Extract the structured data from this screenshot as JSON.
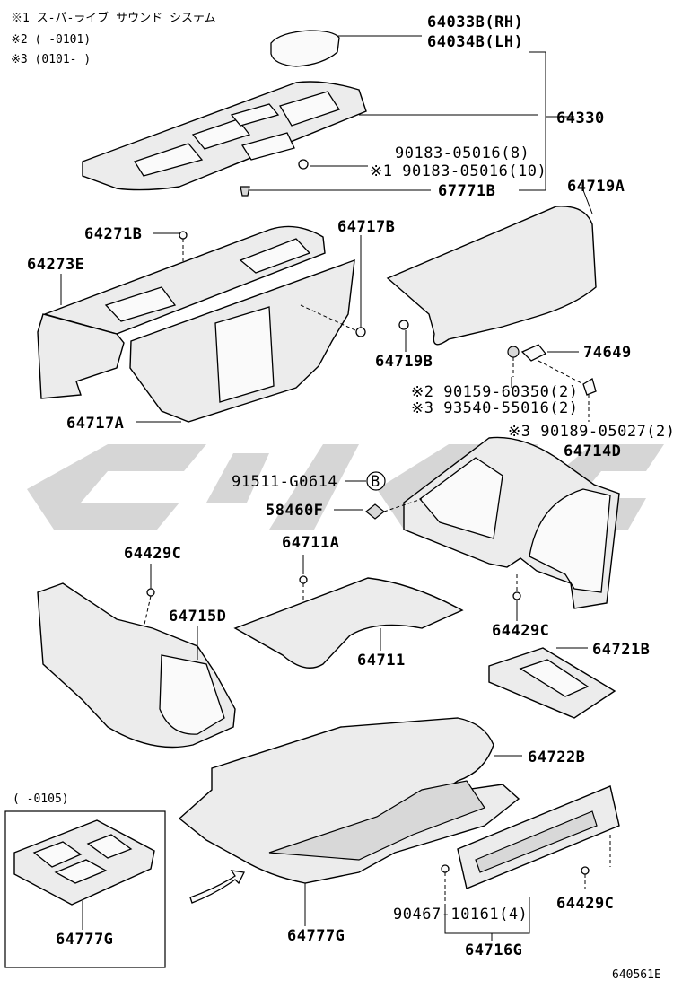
{
  "notes": {
    "n1": "※1 ス-パ-ライブ サウンド システム",
    "n2": "※2 (      -0101)",
    "n3": "※3 (0101-      )",
    "box": "(      -0105)"
  },
  "labels": {
    "p64033b": "64033B(RH)",
    "p64034b": "64034B(LH)",
    "p64330": "64330",
    "p90183a": "90183-05016(8)",
    "p90183b": "※1 90183-05016(10)",
    "p67771b": "67771B",
    "p64719a": "64719A",
    "p64271b": "64271B",
    "p64717b": "64717B",
    "p64273e": "64273E",
    "p64719b": "64719B",
    "p74649": "74649",
    "p90159": "※2 90159-60350(2)",
    "p93540": "※3 93540-55016(2)",
    "p64717a": "64717A",
    "p90189": "※3 90189-05027(2)",
    "p64714d": "64714D",
    "p91511": "91511-G0614",
    "b_mark": "B",
    "p58460f": "58460F",
    "p64711a": "64711A",
    "p64429c_left": "64429C",
    "p64715d": "64715D",
    "p64711": "64711",
    "p64429c_right": "64429C",
    "p64721b": "64721B",
    "p64722b": "64722B",
    "p64777g_box": "64777G",
    "p64777g": "64777G",
    "p90467": "90467-10161(4)",
    "p64429c_bottom": "64429C",
    "p64716g": "64716G",
    "catalog": "640561E"
  }
}
